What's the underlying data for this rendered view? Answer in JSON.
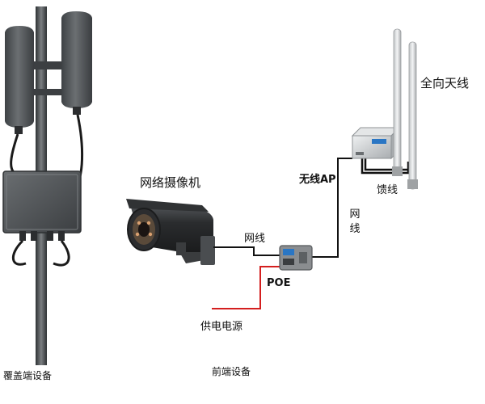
{
  "labels": {
    "coverage_equipment": "覆盖端设备",
    "frontend_equipment": "前端设备",
    "network_camera": "网络摄像机",
    "omni_antenna": "全向天线",
    "wireless_ap": "无线AP",
    "feeder": "馈线",
    "network_cable_vertical": "网\n线",
    "network_cable": "网线",
    "poe": "POE",
    "power_supply": "供电电源"
  },
  "colors": {
    "cable": "#111111",
    "power_line": "#d41f1f",
    "pole": "#4a4d50",
    "antenna_panel": "#5a5e61",
    "ap_body": "#c9ccce",
    "ap_accent": "#2a76c4",
    "poe_body": "#8a8d90"
  },
  "icons": [
    "panel-antenna-icon",
    "outdoor-enclosure-icon",
    "bullet-camera-icon",
    "poe-injector-icon",
    "wireless-ap-icon",
    "omni-antenna-icon"
  ]
}
